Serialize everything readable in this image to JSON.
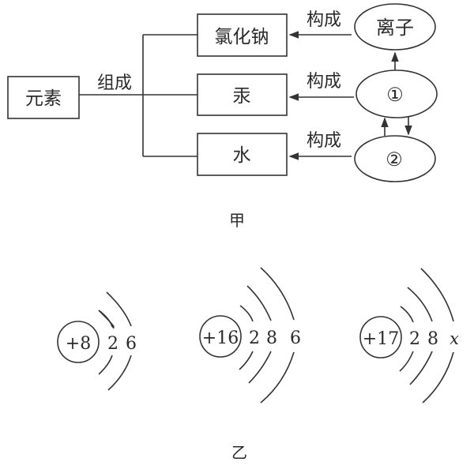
{
  "figure_a": {
    "caption": "甲",
    "element_box": "元素",
    "compose_label": "组成",
    "substances": [
      "氯化钠",
      "汞",
      "水"
    ],
    "constitute_label": "构成",
    "particles": [
      "离子",
      "①",
      "②"
    ]
  },
  "figure_b": {
    "caption": "乙",
    "atoms": [
      {
        "nucleus": "+8",
        "shells": [
          "2",
          "6"
        ]
      },
      {
        "nucleus": "+16",
        "shells": [
          "2",
          "8",
          "6"
        ]
      },
      {
        "nucleus": "+17",
        "shells": [
          "2",
          "8",
          "x"
        ]
      }
    ]
  }
}
